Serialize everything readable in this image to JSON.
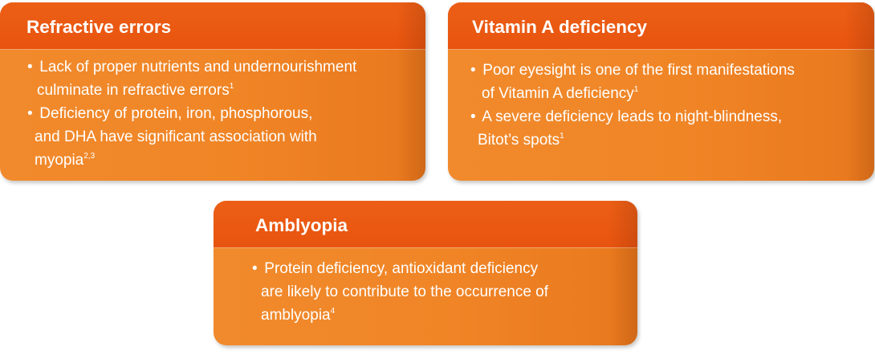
{
  "cards": [
    {
      "title": "Refractive errors",
      "bullets": [
        {
          "lines": [
            "Lack of proper nutrients and undernourishment",
            "culminate in refractive errors"
          ],
          "ref": "1"
        },
        {
          "lines": [
            "Deficiency of protein, iron,  phosphorous,",
            "and DHA have significant association with",
            "myopia"
          ],
          "ref": "2,3"
        }
      ]
    },
    {
      "title": "Vitamin A deficiency",
      "bullets": [
        {
          "lines": [
            "Poor eyesight is one of the first manifestations",
            "of Vitamin A deficiency"
          ],
          "ref": "1"
        },
        {
          "lines": [
            "A severe deficiency leads to night-blindness,",
            "Bitot’s spots"
          ],
          "ref": "1"
        }
      ]
    },
    {
      "title": "Amblyopia",
      "bullets": [
        {
          "lines": [
            "Protein deficiency, antioxidant deficiency",
            "are likely to contribute to the occurrence of",
            "amblyopia"
          ],
          "ref": "4"
        }
      ]
    }
  ],
  "colors": {
    "header": "#e8540f",
    "body": "#f08526",
    "text": "#ffffff"
  }
}
